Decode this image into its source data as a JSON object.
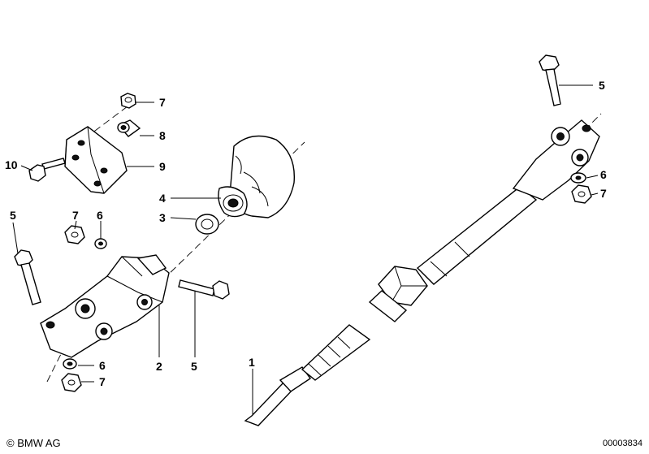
{
  "callouts": {
    "c7a": "7",
    "c8": "8",
    "c9": "9",
    "c10": "10",
    "c4": "4",
    "c3": "3",
    "c5a": "5",
    "c7b": "7",
    "c6a": "6",
    "c6b": "6",
    "c7c": "7",
    "c2": "2",
    "c5b": "5",
    "c1": "1",
    "c5c": "5",
    "c6c": "6",
    "c7d": "7"
  },
  "footer": {
    "copyright": "© BMW AG",
    "image_number": "00003834"
  },
  "icons": [
    "hex-nut-icon",
    "bolt-icon",
    "washer-icon",
    "universal-joint-icon",
    "rubber-boot-icon",
    "steering-shaft-icon"
  ]
}
